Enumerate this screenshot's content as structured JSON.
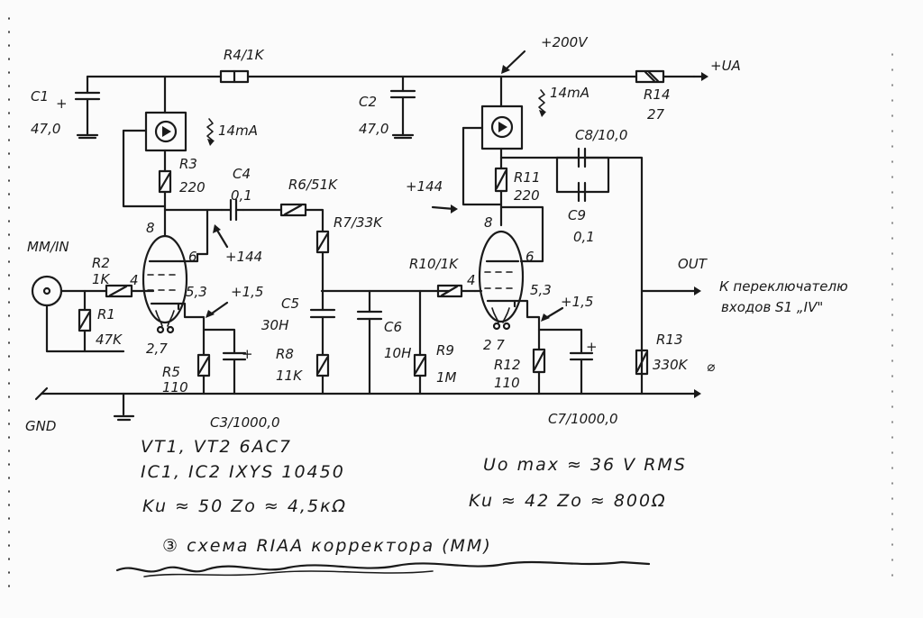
{
  "labels": {
    "r4": "R4/1K",
    "supply_200v": "+200V",
    "ua": "+UA",
    "r14_name": "R14",
    "r14_value": "27",
    "plus": "+",
    "c1_name": "C1",
    "c1_value": "47,0",
    "c2_name": "C2",
    "c2_value": "47,0",
    "ic1_current": "14mA",
    "ic2_current": "14mA",
    "r3_name": "R3",
    "r3_value": "220",
    "c4_name": "C4",
    "c4_value": "0,1",
    "r6": "R6/51K",
    "r7": "R7/33K",
    "stage2_plate_voltage": "+144",
    "vt1_plate_voltage": "+144",
    "pin8": "8",
    "pin6": "6",
    "pin4": "4",
    "pin53": "5,3",
    "cathode_voltage": "+1,5",
    "heater": "2,7",
    "heater2": "2 7",
    "mm_in": "MM/IN",
    "r2_name": "R2",
    "r2_value": "1K",
    "r1_name": "R1",
    "r1_value": "47K",
    "r5_name": "R5",
    "r5_value": "110",
    "c3": "C3/1000,0",
    "c5_name": "C5",
    "c5_value": "30H",
    "r8_name": "R8",
    "r8_value": "11K",
    "c6_name": "C6",
    "c6_value": "10H",
    "r9_name": "R9",
    "r9_value": "1M",
    "gnd": "GND",
    "r10": "R10/1K",
    "r11_name": "R11",
    "r11_value": "220",
    "c8": "C8/10,0",
    "c9_name": "C9",
    "c9_value": "0,1",
    "r12_name": "R12",
    "r12_value": "110",
    "c7": "C7/1000,0",
    "r13_name": "R13",
    "r13_value": "330K",
    "output_ground": "⌀",
    "out": "OUT",
    "to_switch_line1": "К переключателю",
    "to_switch_line2": "входов S1 „IV\""
  },
  "notes": {
    "tubes": "VT1, VT2  6AC7",
    "ics": "IC1, IC2   IXYS 10450",
    "stage1_specs": "Ku ≈ 50   Zo ≈ 4,5кΩ",
    "max_output": "Uo max ≈ 36 V RMS",
    "stage2_specs": "Ku ≈ 42  Zo ≈ 800Ω",
    "caption": "③  схема RIAA корректора (MM)"
  }
}
